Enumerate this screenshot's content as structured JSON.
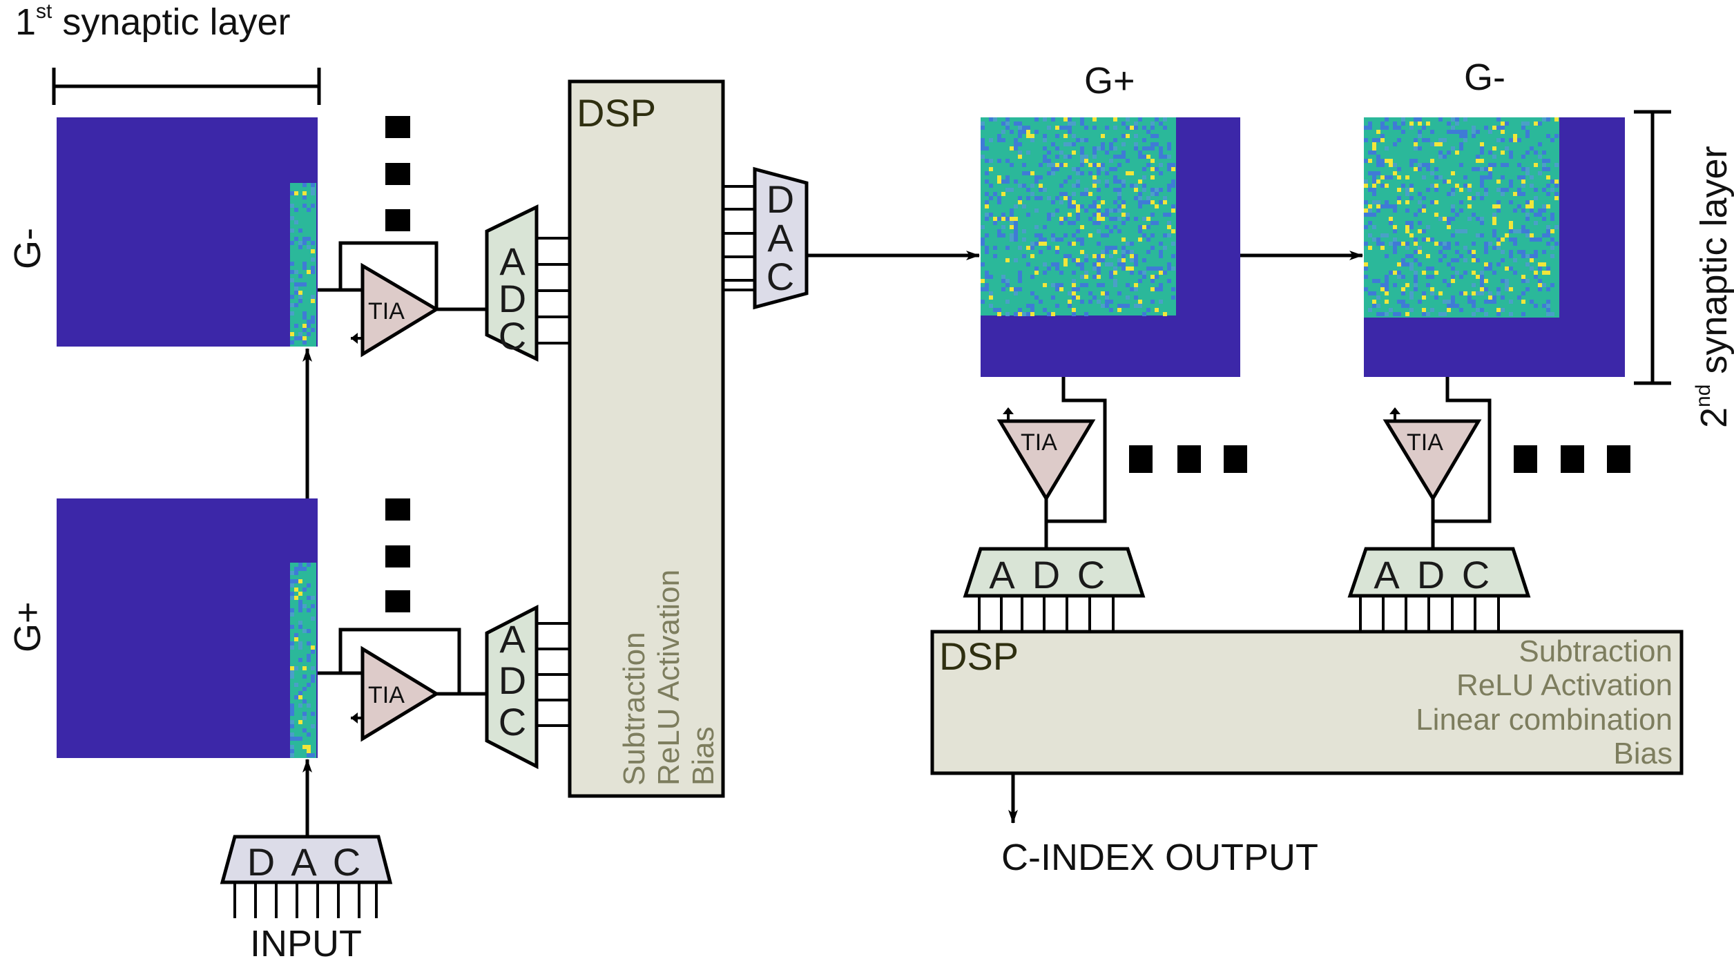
{
  "labels": {
    "first_layer_title": "1",
    "first_layer_sup": "st",
    "first_layer_rest": " synaptic layer",
    "second_layer_title": "2",
    "second_layer_sup": "nd",
    "second_layer_rest": " synaptic layer",
    "g_minus_left": "G-",
    "g_plus_left": "G+",
    "g_plus_right": "G+",
    "g_minus_right": "G-",
    "tia": "TIA",
    "input": "INPUT",
    "output": "C-INDEX OUTPUT"
  },
  "converters": {
    "dac_letters": [
      "D",
      "A",
      "C"
    ],
    "adc_letters": [
      "A",
      "D",
      "C"
    ]
  },
  "dsp_main": {
    "title": "DSP",
    "ops": [
      "Subtraction",
      "ReLU Activation",
      "Bias"
    ]
  },
  "dsp_output": {
    "title": "DSP",
    "ops": [
      "Subtraction",
      "ReLU Activation",
      "Linear combination",
      "Bias"
    ]
  },
  "colors": {
    "array_background": "#3c27a8",
    "weight_teal": "#2bb89a",
    "weight_blue": "#3f7bd6",
    "weight_yellow": "#f2e63a",
    "tia_fill": "#ddcbc9",
    "adc_fill": "#d9e4d6",
    "dac_fill": "#dcdce8",
    "dsp_fill": "#e3e3d6"
  }
}
